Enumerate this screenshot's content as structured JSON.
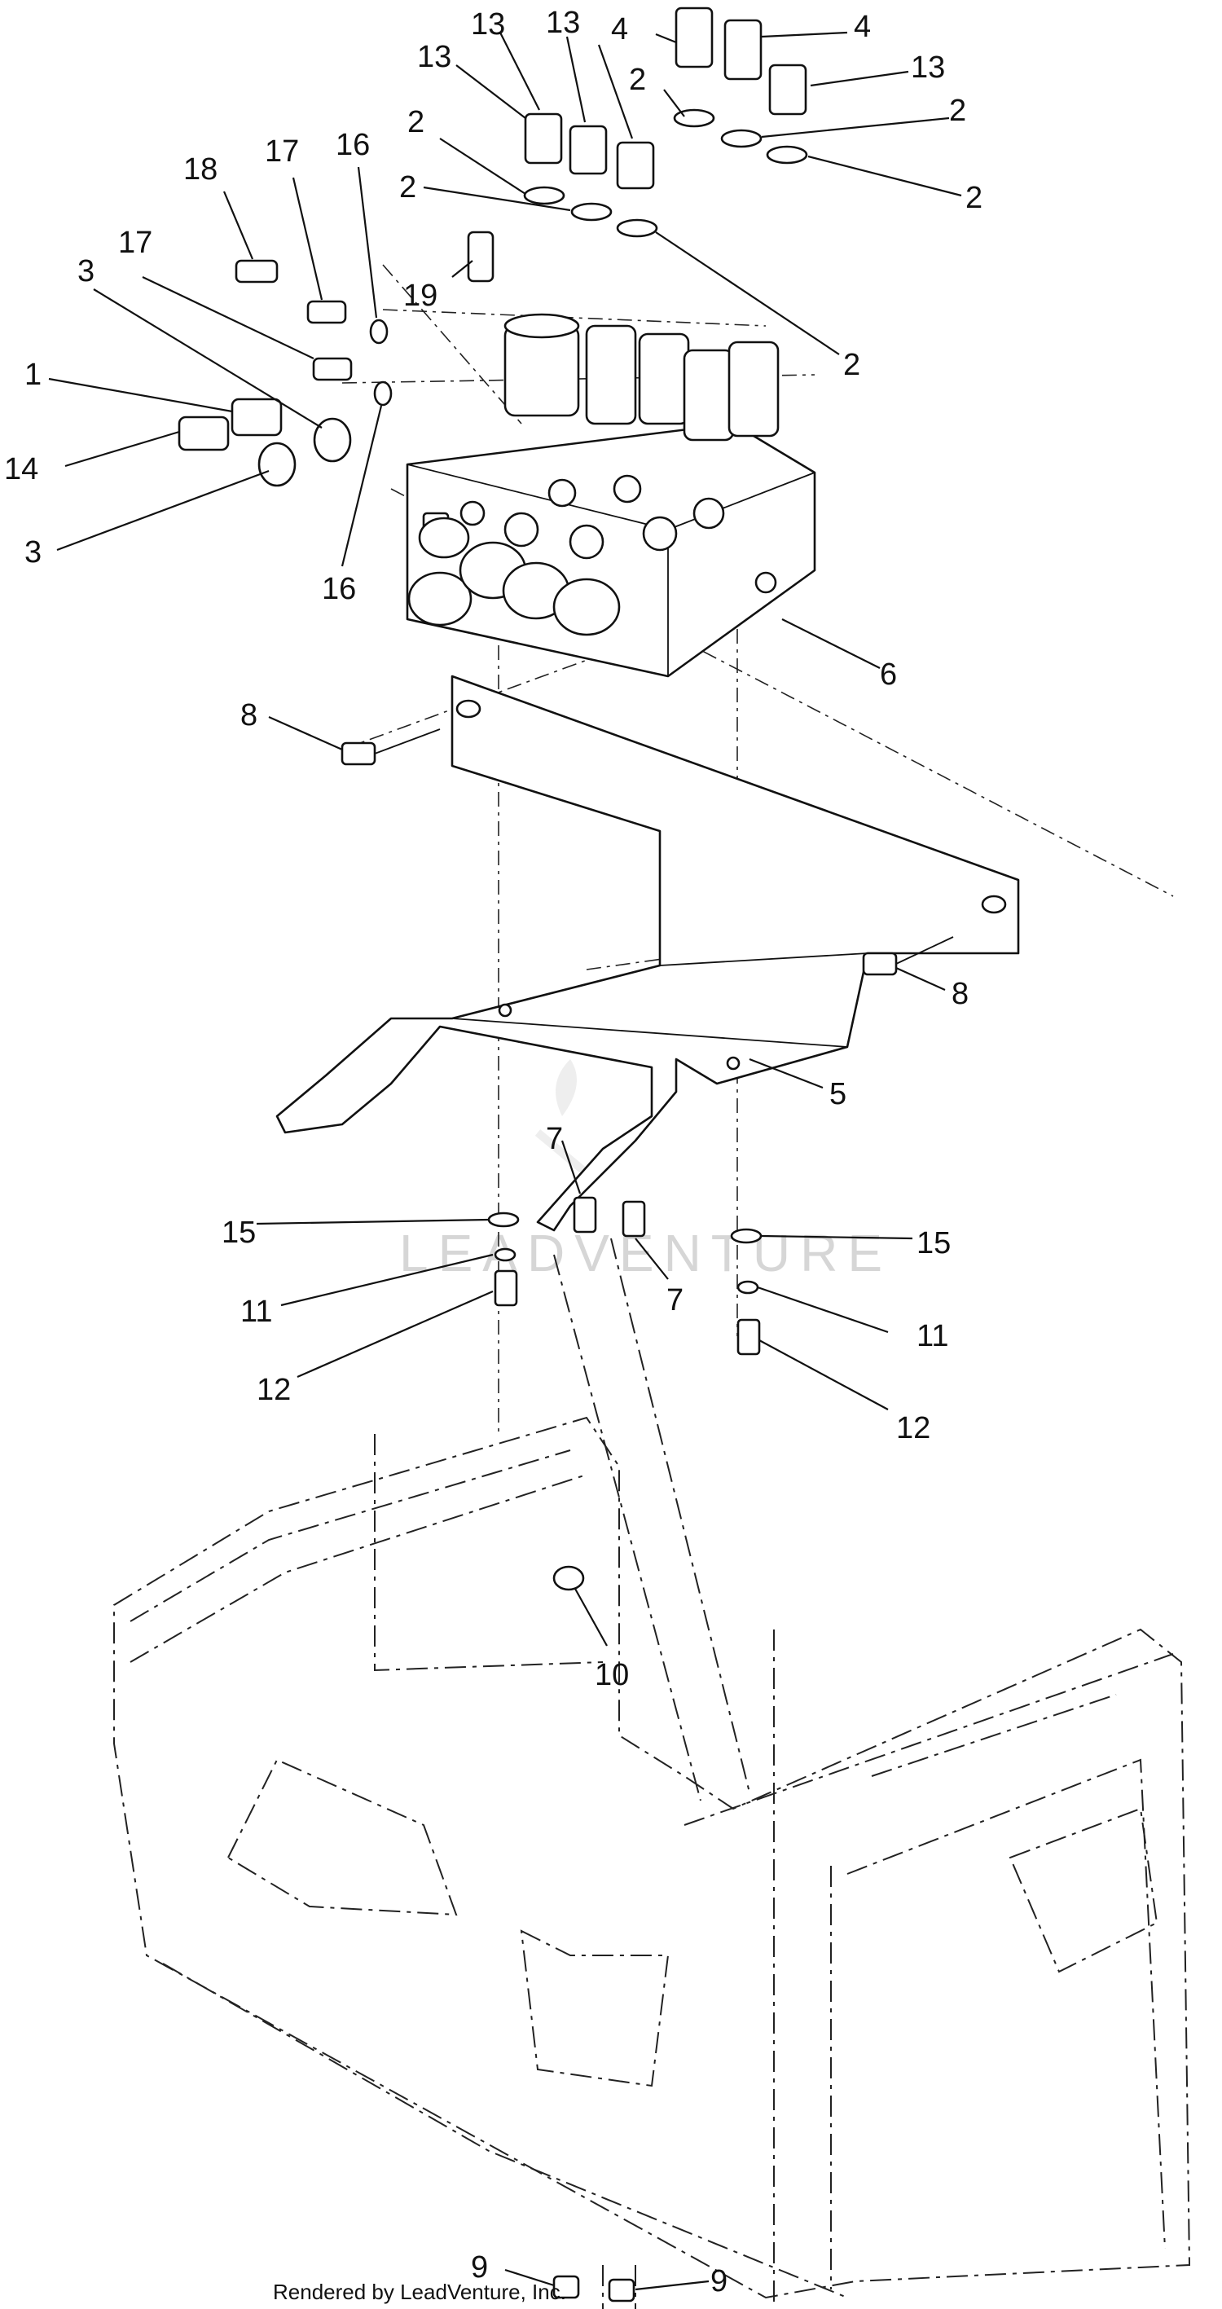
{
  "callouts": {
    "c1": "1",
    "c2a": "2",
    "c2b": "2",
    "c2c": "2",
    "c2d": "2",
    "c2e": "2",
    "c2f": "2",
    "c3a": "3",
    "c3b": "3",
    "c4a": "4",
    "c4b": "4",
    "c5": "5",
    "c6": "6",
    "c7a": "7",
    "c7b": "7",
    "c8a": "8",
    "c8b": "8",
    "c9a": "9",
    "c9b": "9",
    "c10": "10",
    "c11a": "11",
    "c11b": "11",
    "c12a": "12",
    "c12b": "12",
    "c13a": "13",
    "c13b": "13",
    "c13c": "13",
    "c13d": "13",
    "c14": "14",
    "c15a": "15",
    "c15b": "15",
    "c16a": "16",
    "c16b": "16",
    "c17a": "17",
    "c17b": "17",
    "c18": "18",
    "c19": "19"
  },
  "watermark": "LEADVENTURE",
  "footer": {
    "credit": "Rendered by LeadVenture, Inc."
  }
}
